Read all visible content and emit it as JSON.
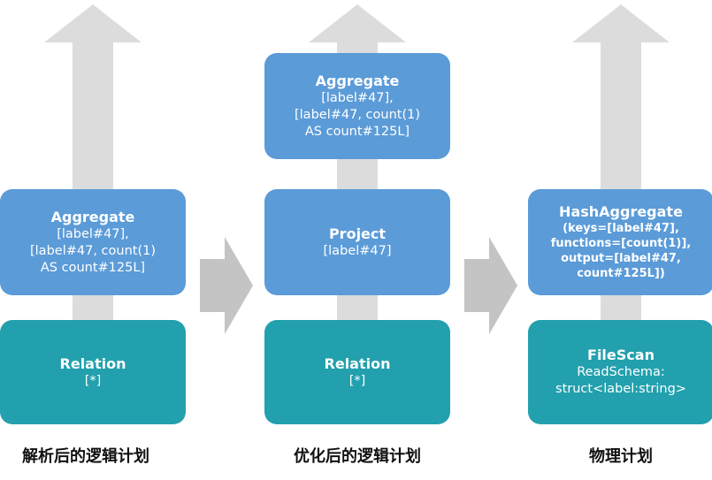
{
  "columns": [
    {
      "caption": "解析后的逻辑计划",
      "aggregate": {
        "title": "Aggregate",
        "lines": [
          "[label#47],",
          "[label#47, count(1)",
          "AS count#125L]"
        ]
      },
      "relation": {
        "title": "Relation",
        "detail": "[*]"
      }
    },
    {
      "caption": "优化后的逻辑计划",
      "aggregate": {
        "title": "Aggregate",
        "lines": [
          "[label#47],",
          "[label#47, count(1)",
          "AS count#125L]"
        ]
      },
      "project": {
        "title": "Project",
        "detail": "[label#47]"
      },
      "relation": {
        "title": "Relation",
        "detail": "[*]"
      }
    },
    {
      "caption": "物理计划",
      "hash_aggregate": {
        "title": "HashAggregate",
        "lines": [
          "(keys=[label#47],",
          "functions=[count(1)],",
          "output=[label#47,",
          "count#125L])"
        ]
      },
      "filescan": {
        "title": "FileScan",
        "lines": [
          "ReadSchema:",
          "struct<label:string>"
        ]
      }
    }
  ],
  "colors": {
    "blue_box": "#5b9bd8",
    "teal_box": "#22a0ad",
    "arrow_gray": "#dcdcdc",
    "side_arrow_gray": "#c4c4c4"
  }
}
